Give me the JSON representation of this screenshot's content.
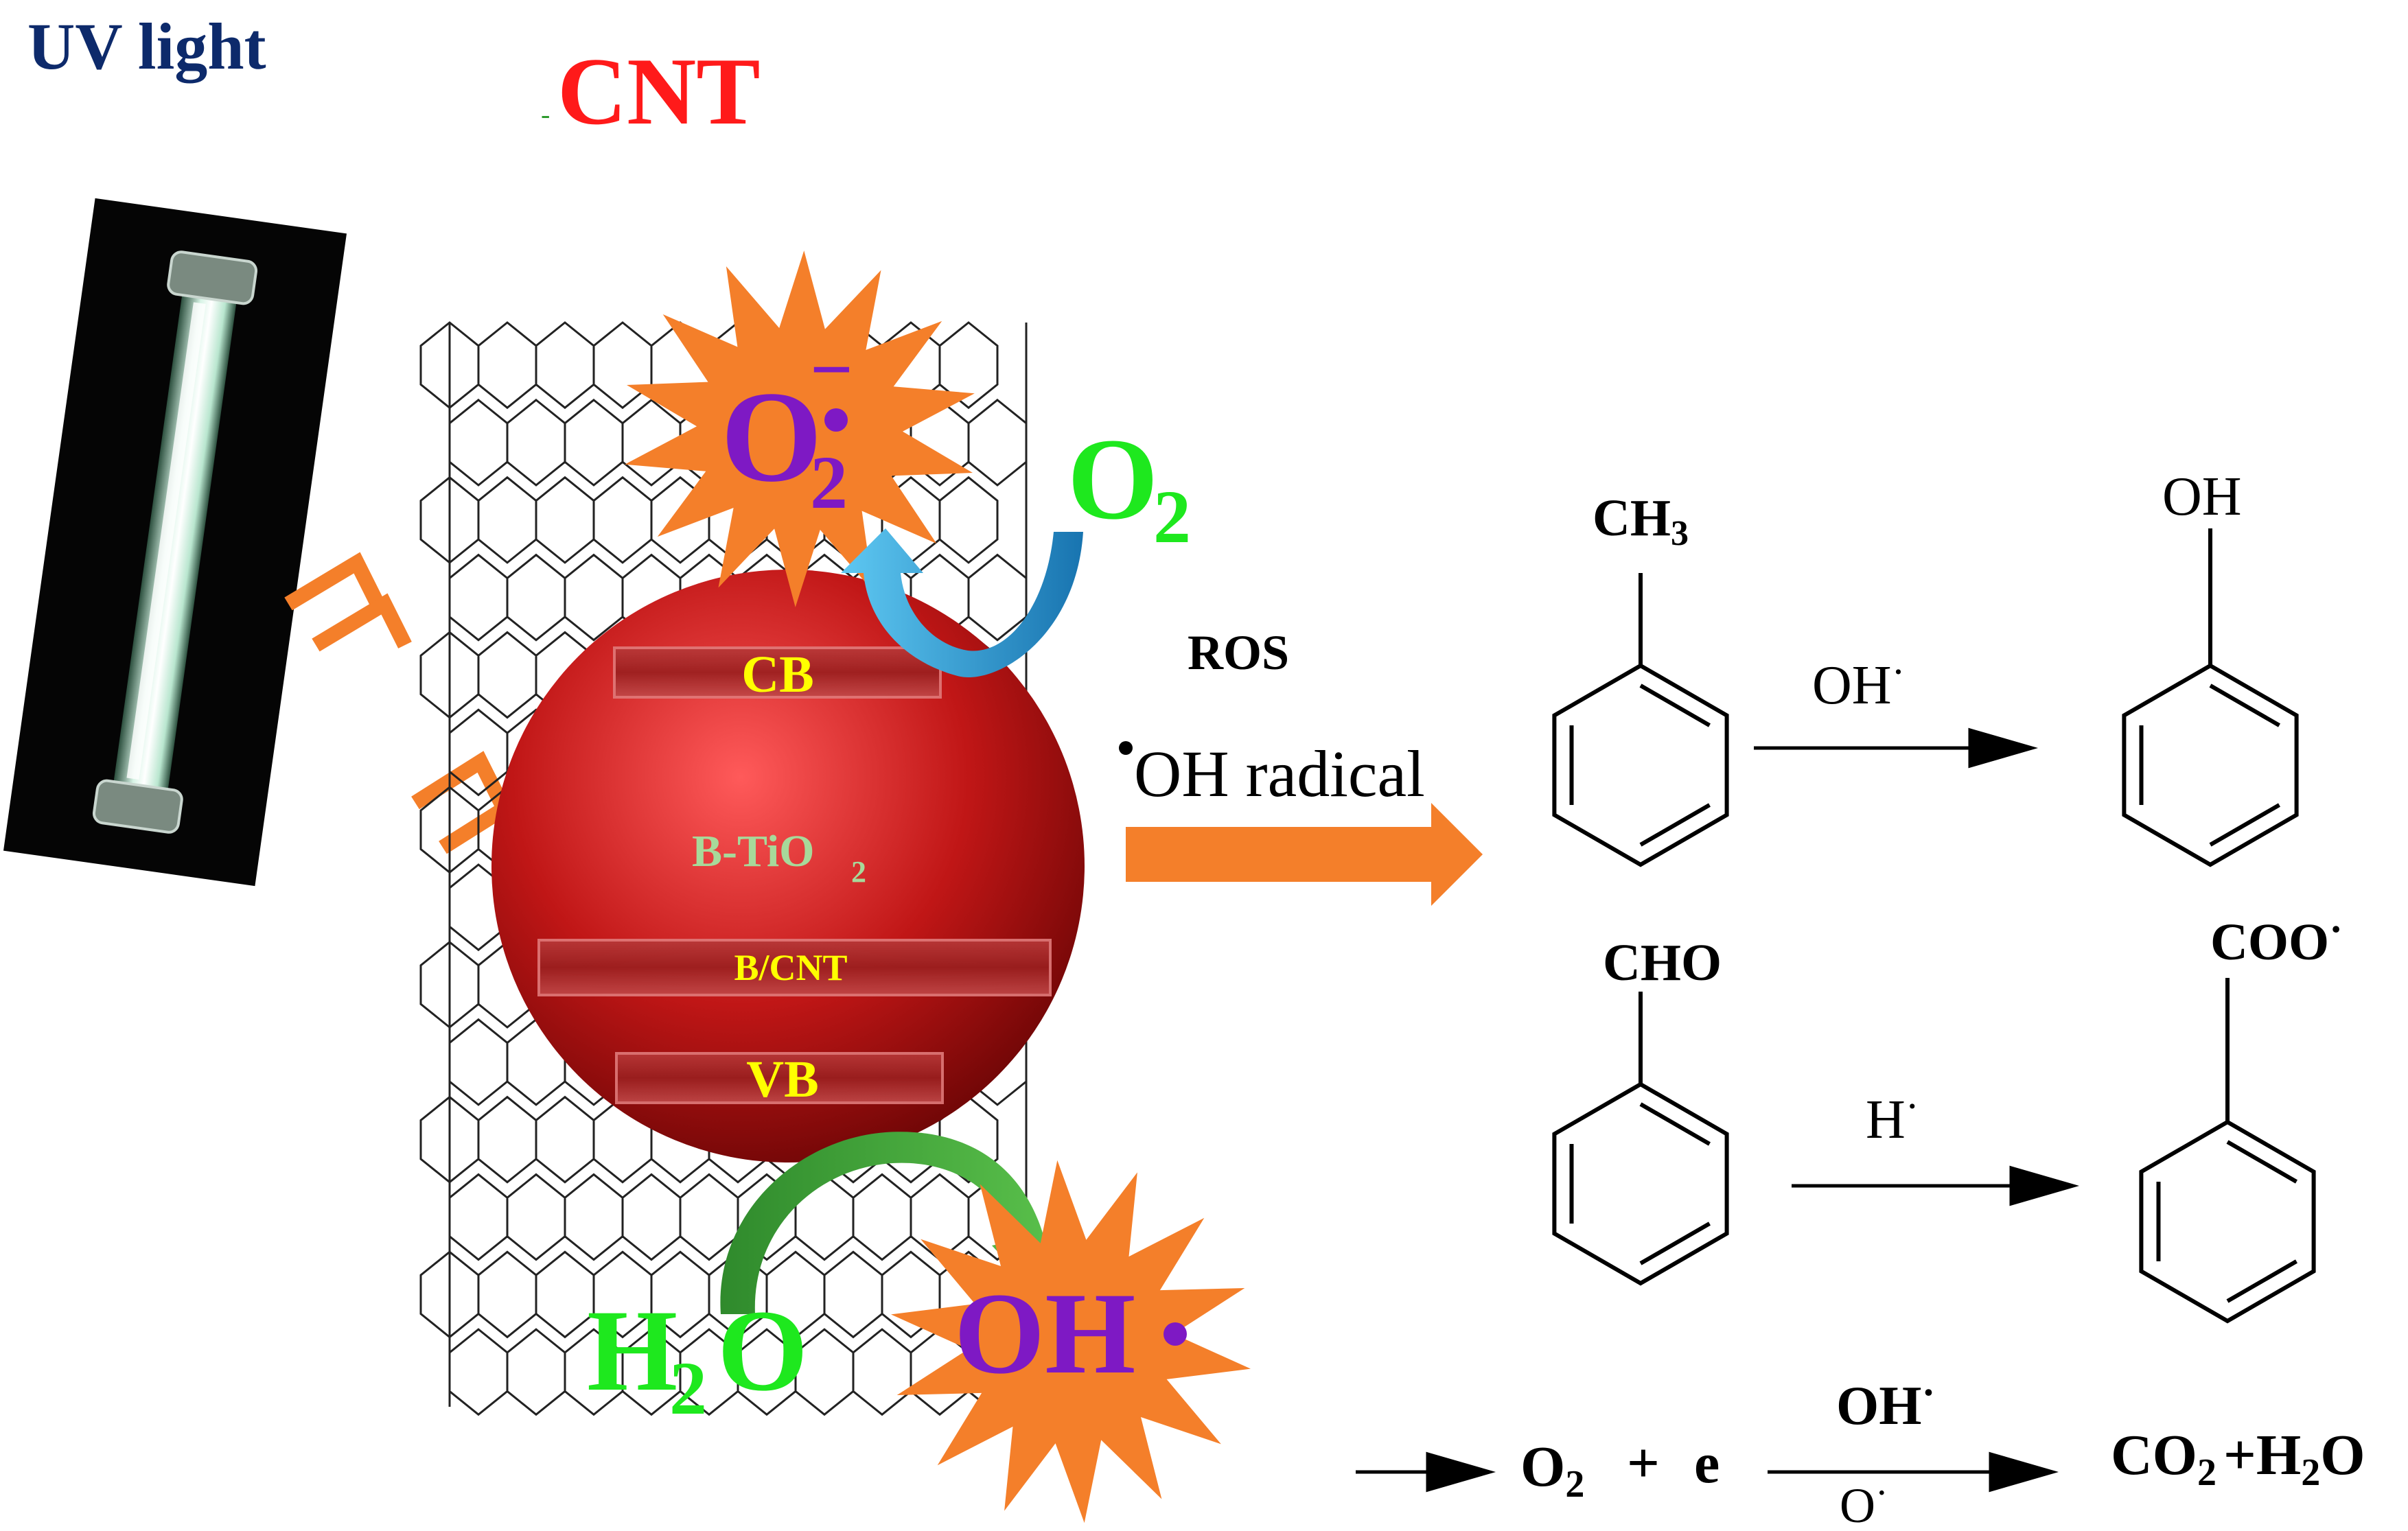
{
  "labels": {
    "uv_light": "UV light",
    "cnt_dash": "-",
    "cnt": "CNT",
    "superoxide_main": "O",
    "superoxide_sub": "2",
    "superoxide_charge": "−",
    "oxygen_main": "O",
    "oxygen_sub": "2",
    "cb": "CB",
    "catalyst_main": "B-TiO",
    "catalyst_sub": "2",
    "b_cnt": "B/CNT",
    "vb": "VB",
    "water_h": "H",
    "water_sub": "2",
    "water_o": "O",
    "hydroxyl": "OH",
    "ros": "ROS",
    "oh_radical": "OH radical"
  },
  "reactions": {
    "toluene_substituent_main": "CH",
    "toluene_substituent_sub": "3",
    "phenol_substituent": "OH",
    "reagent_oh": "OH",
    "benzaldehyde_substituent": "CHO",
    "benzoate_substituent": "COO",
    "reagent_h": "H",
    "o2_main": "O",
    "o2_sub": "2",
    "plus": "+",
    "electron": "e",
    "reagent_oh_bold": "OH",
    "reagent_o": "O",
    "co2_main": "CO",
    "co2_sub": "2",
    "plus_h": "+H",
    "h2o_sub": "2",
    "h2o_o": "O"
  },
  "colors": {
    "uv_label": "#0d2a6b",
    "cnt_label": "#ff1a1a",
    "cnt_dash": "#2e9b2e",
    "burst": "#f47f2a",
    "radical": "#7e19c4",
    "oxygen": "#1ee81e",
    "band_text": "#ffff00",
    "catalyst_text": "#a7d99a",
    "sphere": "#b01010",
    "blue_arrow": "#1f8fc9",
    "green_arrow": "#3aa035",
    "process_arrow": "#f47f2a"
  },
  "icons": {
    "uv_lamp": "uv-lamp-icon",
    "nanotube": "carbon-nanotube-icon",
    "sphere": "tio2-particle-icon"
  }
}
